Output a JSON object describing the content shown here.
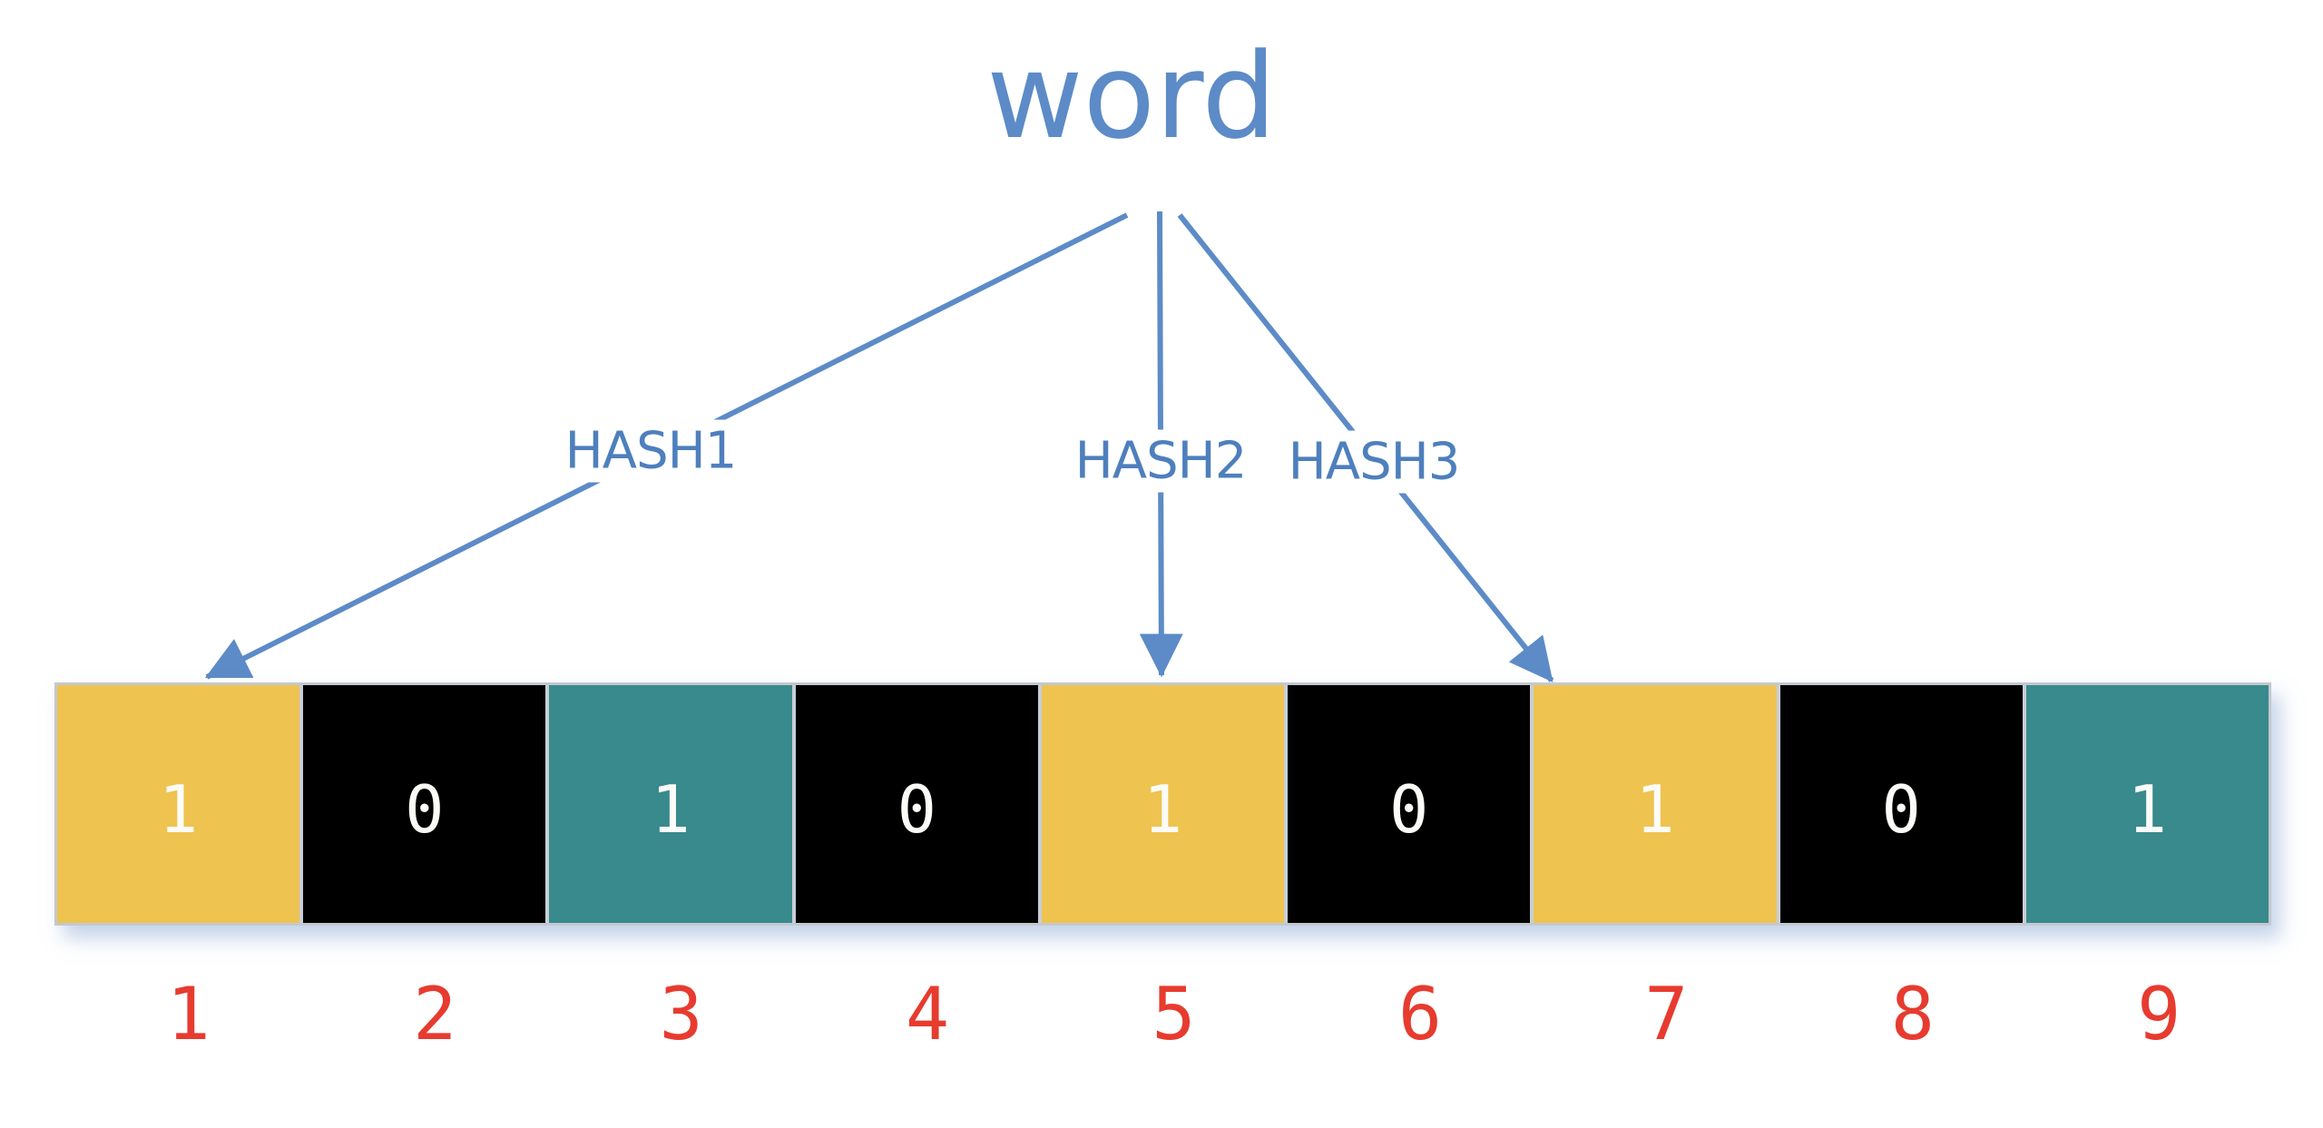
{
  "title": "word",
  "hash_labels": [
    "HASH1",
    "HASH2",
    "HASH3"
  ],
  "bit_array": {
    "cells": [
      {
        "index": "1",
        "value": "1",
        "color": "yellow"
      },
      {
        "index": "2",
        "value": "0",
        "color": "black"
      },
      {
        "index": "3",
        "value": "1",
        "color": "teal"
      },
      {
        "index": "4",
        "value": "0",
        "color": "black"
      },
      {
        "index": "5",
        "value": "1",
        "color": "yellow"
      },
      {
        "index": "6",
        "value": "0",
        "color": "black"
      },
      {
        "index": "7",
        "value": "1",
        "color": "yellow"
      },
      {
        "index": "8",
        "value": "0",
        "color": "black"
      },
      {
        "index": "9",
        "value": "1",
        "color": "teal"
      }
    ],
    "hash_targets": {
      "HASH1": "1",
      "HASH2": "5",
      "HASH3": "7"
    }
  },
  "colors": {
    "blue_text_and_arrows": "#5C8BC7",
    "hash_label_blue": "#4E7FBD",
    "yellow": "#EEC34F",
    "black": "#000000",
    "teal": "#388A8C",
    "cell_digit_white": "#FBFBF8",
    "index_red": "#E73B2F",
    "grid_border_gray": "#C9CED6"
  }
}
